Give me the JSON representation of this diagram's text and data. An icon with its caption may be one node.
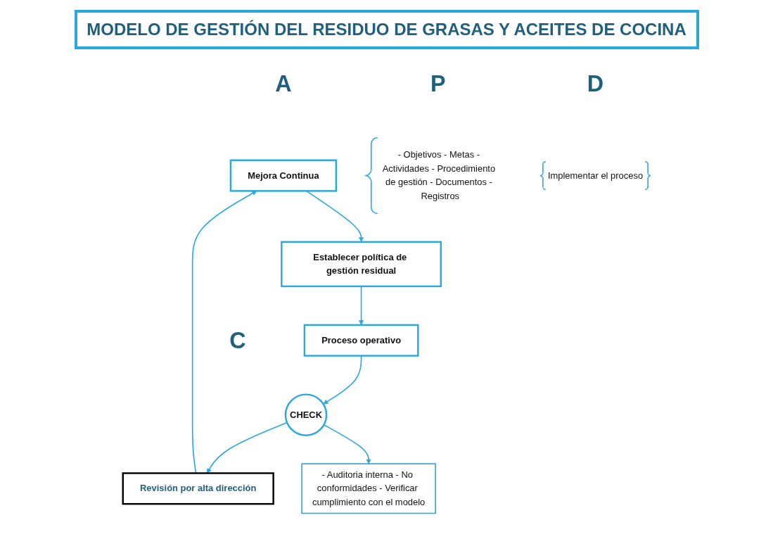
{
  "diagram": {
    "title": "MODELO DE GESTIÓN DEL RESIDUO DE GRASAS Y ACEITES DE COCINA",
    "nodes": [
      {
        "text": [
          "Mejora Continua"
        ],
        "beside": [
          "A"
        ]
      },
      {
        "text": [
          "Establecer política de gestión residual"
        ]
      },
      {
        "text": [
          "Proceso operativo"
        ]
      },
      {
        "text": [
          "Revisión por alta dirección"
        ]
      },
      {
        "text": [
          "CHECK"
        ],
        "beside": [
          "C"
        ]
      },
      {
        "text": [
          "- Objetivos - Metas - Actividades - Procedimiento de gestión - Documentos - Registros"
        ],
        "beside": [
          "P"
        ]
      },
      {
        "text": [
          "Implementar el proceso"
        ],
        "beside": [
          "D"
        ]
      },
      {
        "text": [
          "- Auditoria interna - No conformidades - Verificar cumplimiento con el modelo"
        ]
      }
    ],
    "edges": [
      {
        "from": 0,
        "to": 1,
        "arrow": "to"
      },
      {
        "from": 1,
        "to": 2,
        "arrow": "to"
      },
      {
        "from": 2,
        "to": 4,
        "arrow": "to"
      },
      {
        "from": 4,
        "to": 3,
        "arrow": "to"
      },
      {
        "from": 3,
        "to": 0,
        "arrow": "to"
      },
      {
        "from": 4,
        "to": 7,
        "arrow": "to"
      }
    ]
  }
}
